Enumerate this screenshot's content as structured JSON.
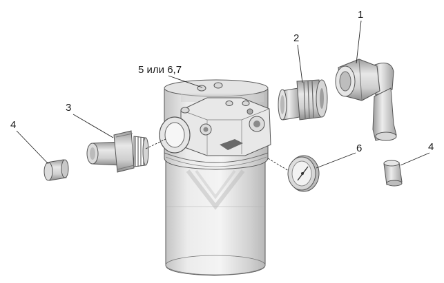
{
  "callouts": {
    "c1": "1",
    "c2": "2",
    "c3": "3",
    "c4_left": "4",
    "c4_right": "4",
    "c5": "5 или 6,7",
    "c6": "6"
  }
}
